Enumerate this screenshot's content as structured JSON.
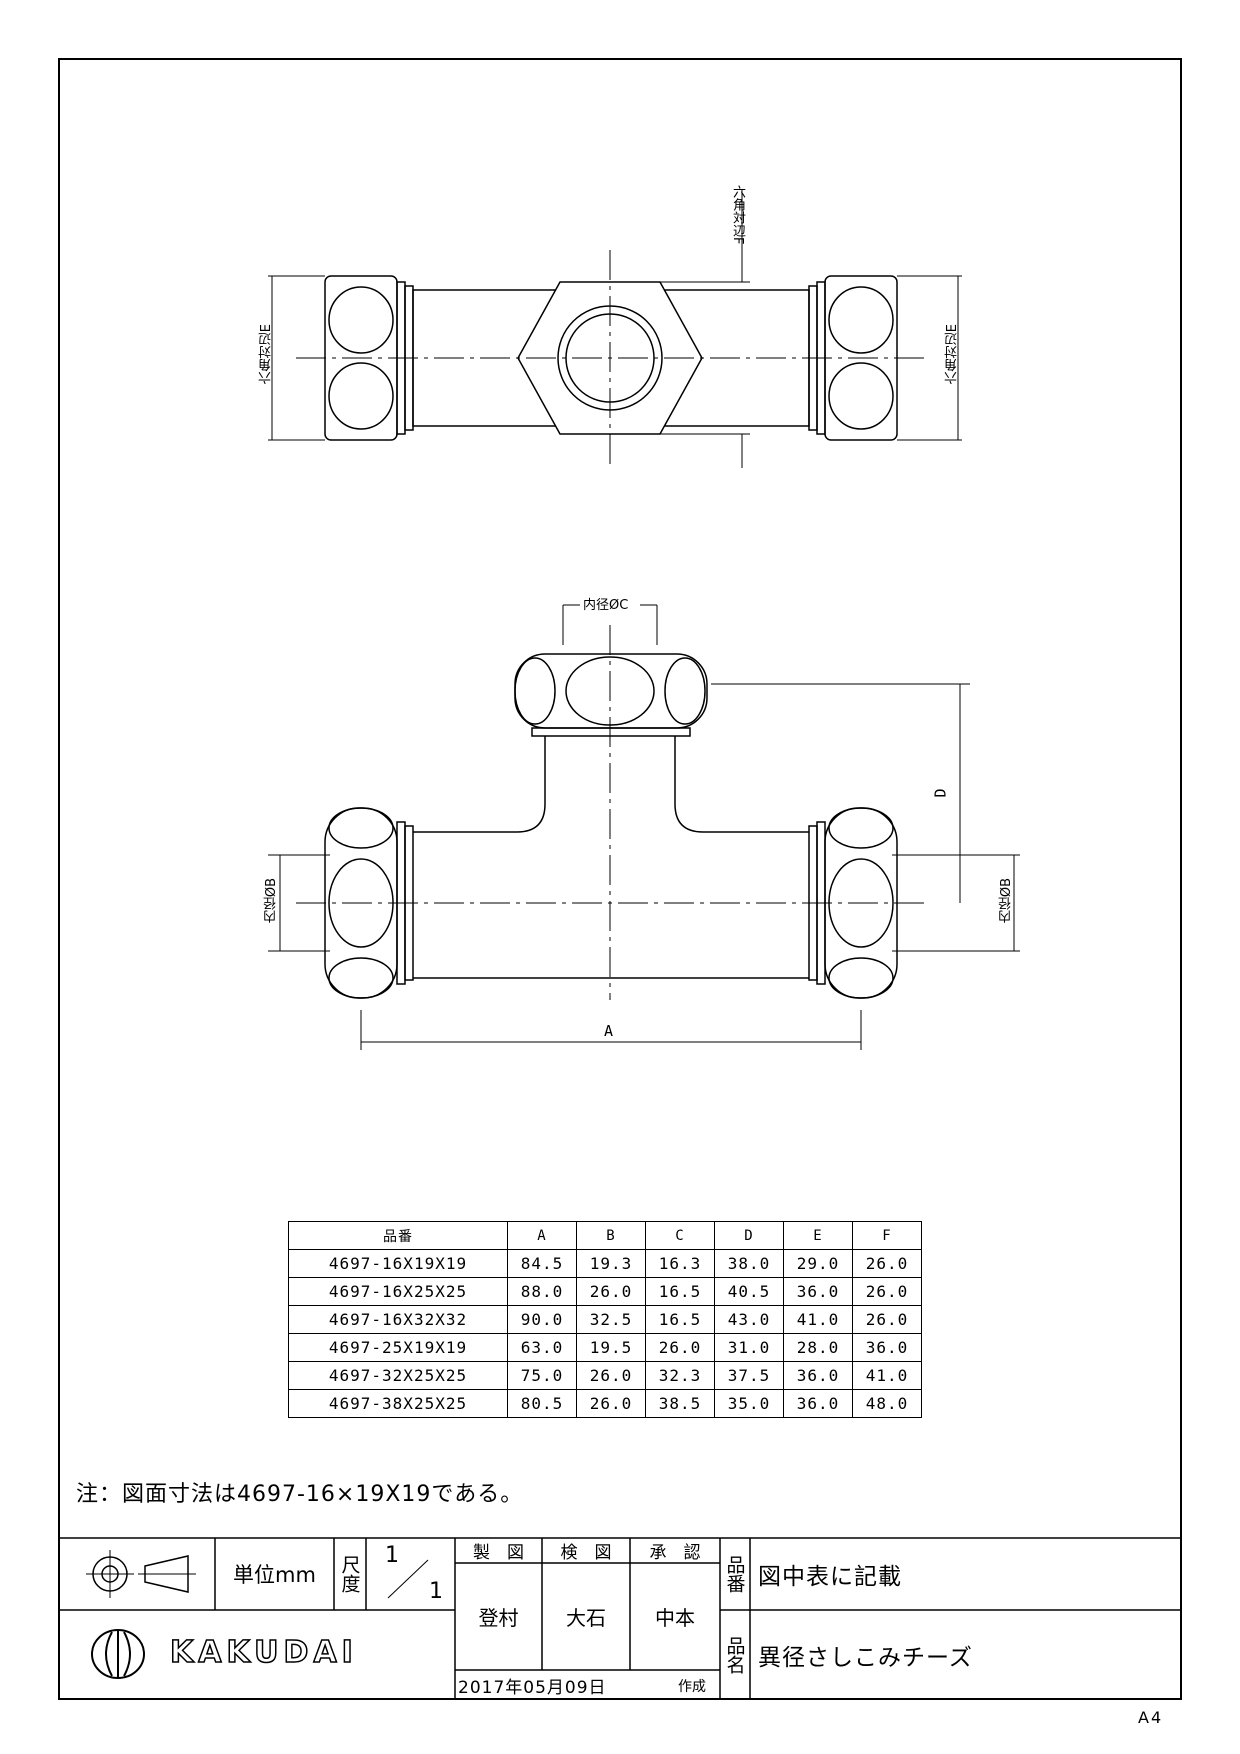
{
  "drawing": {
    "labels": {
      "hex_f": "六角対辺F",
      "hex_e": "六角対辺E",
      "inner_c": "内径ØC",
      "inner_b": "内径ØB",
      "dim_a": "A",
      "dim_d": "D"
    }
  },
  "table": {
    "headers": [
      "品番",
      "A",
      "B",
      "C",
      "D",
      "E",
      "F"
    ],
    "rows": [
      [
        "4697-16X19X19",
        "84.5",
        "19.3",
        "16.3",
        "38.0",
        "29.0",
        "26.0"
      ],
      [
        "4697-16X25X25",
        "88.0",
        "26.0",
        "16.5",
        "40.5",
        "36.0",
        "26.0"
      ],
      [
        "4697-16X32X32",
        "90.0",
        "32.5",
        "16.5",
        "43.0",
        "41.0",
        "26.0"
      ],
      [
        "4697-25X19X19",
        "63.0",
        "19.5",
        "26.0",
        "31.0",
        "28.0",
        "36.0"
      ],
      [
        "4697-32X25X25",
        "75.0",
        "26.0",
        "32.3",
        "37.5",
        "36.0",
        "41.0"
      ],
      [
        "4697-38X25X25",
        "80.5",
        "26.0",
        "38.5",
        "35.0",
        "36.0",
        "48.0"
      ]
    ]
  },
  "note": "注：図面寸法は4697-16×19X19である。",
  "title_block": {
    "unit": "単位mm",
    "scale_label": "尺度",
    "scale_num": "1",
    "scale_den": "1",
    "made_label": "製　図",
    "check_label": "検　図",
    "approve_label": "承　認",
    "made_by": "登村",
    "checked_by": "大石",
    "approved_by": "中本",
    "part_no_label": "品番",
    "part_no_value": "図中表に記載",
    "part_name_label": "品名",
    "part_name_value": "異径さしこみチーズ",
    "date": "2017年05月09日",
    "created": "作成",
    "brand": "KAKUDAI"
  },
  "sheet_size": "A4"
}
